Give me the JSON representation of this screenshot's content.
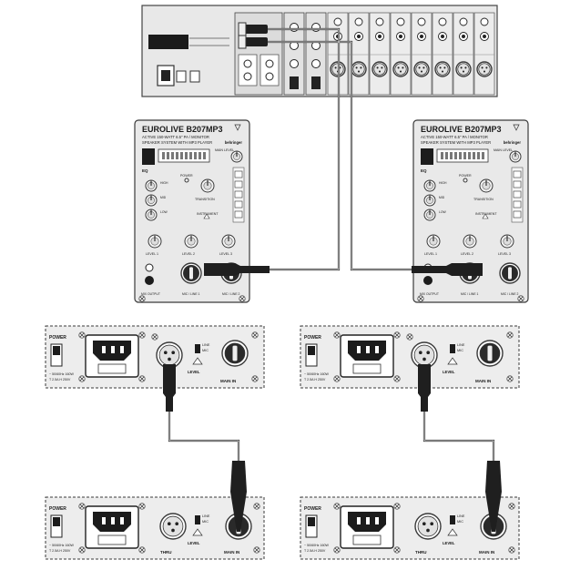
{
  "speaker": {
    "brand": "EUROLIVE B207MP3",
    "line1": "ACTIVE 150-WATT 6.5\" PA / MONITOR",
    "line2": "SPEAKER SYSTEM WITH MP3 PLAYER",
    "logo": "behringer",
    "eq": "EQ",
    "power": "POWER",
    "main_level": "MAIN LEVEL",
    "transition": "TRANSITION",
    "instrument": "INSTRUMENT",
    "level1": "LEVEL 1",
    "level2": "LEVEL 2",
    "level3": "LEVEL 3",
    "mix_out": "MIX OUTPUT",
    "mic_line1": "MIC / LINE 1",
    "mic_line2": "MIC / LINE 2",
    "hi": "HIGH",
    "mid": "MID",
    "low": "LOW"
  },
  "rear_panel": {
    "power": "POWER",
    "mains_spec": "~ 50/60Hz 160W",
    "fuse_spec": "T 2.5A H 250V",
    "line": "LINE",
    "mic": "MIC",
    "level": "LEVEL",
    "main_in": "MAIN IN",
    "thru": "THRU"
  },
  "colors": {
    "panel": "#e6e6e6",
    "panel_dark": "#cfcfcf",
    "outline": "#3a3a3a",
    "cable": "#2b2b2b",
    "dark": "#1c1c1c"
  }
}
